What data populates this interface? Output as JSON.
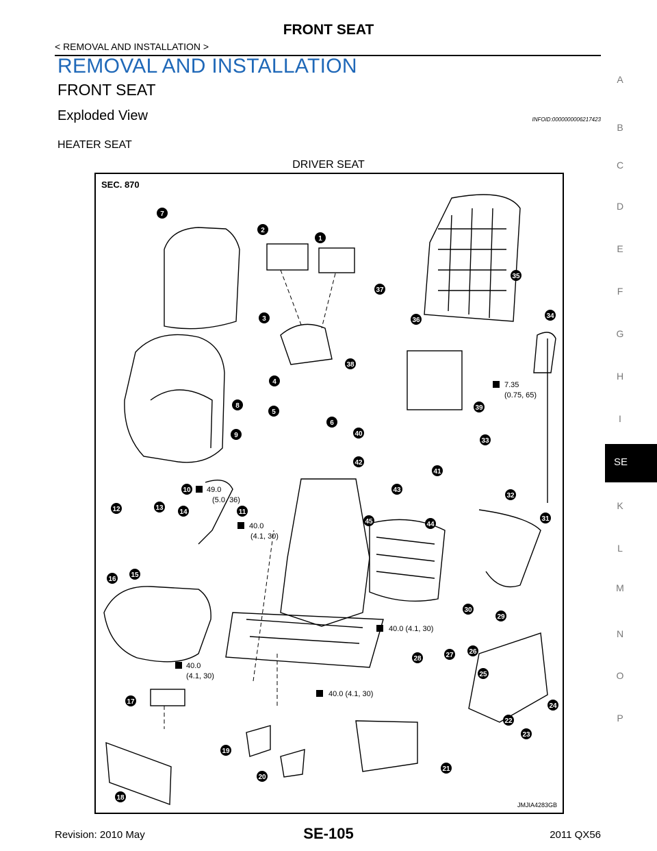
{
  "header": {
    "title": "FRONT SEAT",
    "breadcrumb": "< REMOVAL AND INSTALLATION >"
  },
  "main": {
    "title": "REMOVAL AND INSTALLATION",
    "section": "FRONT SEAT",
    "subsection": "Exploded View",
    "info_id": "INFOID:0000000006217423",
    "heading": "HEATER SEAT",
    "figure_caption": "DRIVER SEAT"
  },
  "diagram": {
    "section_label": "SEC. 870",
    "figure_code": "JMJIA4283GB",
    "callouts": [
      "1",
      "2",
      "3",
      "4",
      "5",
      "6",
      "7",
      "8",
      "9",
      "10",
      "11",
      "12",
      "13",
      "14",
      "15",
      "16",
      "17",
      "18",
      "19",
      "20",
      "21",
      "22",
      "23",
      "24",
      "25",
      "26",
      "27",
      "28",
      "29",
      "30",
      "31",
      "32",
      "33",
      "34",
      "35",
      "36",
      "37",
      "38",
      "39",
      "40",
      "41",
      "42",
      "43",
      "44",
      "45"
    ],
    "torques": [
      {
        "value": "7.35",
        "sub": "(0.75, 65)"
      },
      {
        "value": "49.0",
        "sub": "(5.0, 36)"
      },
      {
        "value": "40.0",
        "sub": "(4.1, 30)"
      },
      {
        "value": "40.0 (4.1, 30)",
        "sub": ""
      },
      {
        "value": "40.0",
        "sub": "(4.1, 30)"
      },
      {
        "value": "40.0 (4.1, 30)",
        "sub": ""
      }
    ]
  },
  "sidebar": {
    "letters": [
      "A",
      "B",
      "C",
      "D",
      "E",
      "F",
      "G",
      "H",
      "I",
      "K",
      "L",
      "M",
      "N",
      "O",
      "P"
    ],
    "active_tab": "SE"
  },
  "footer": {
    "revision": "Revision: 2010 May",
    "page": "SE-105",
    "model": "2011 QX56"
  }
}
